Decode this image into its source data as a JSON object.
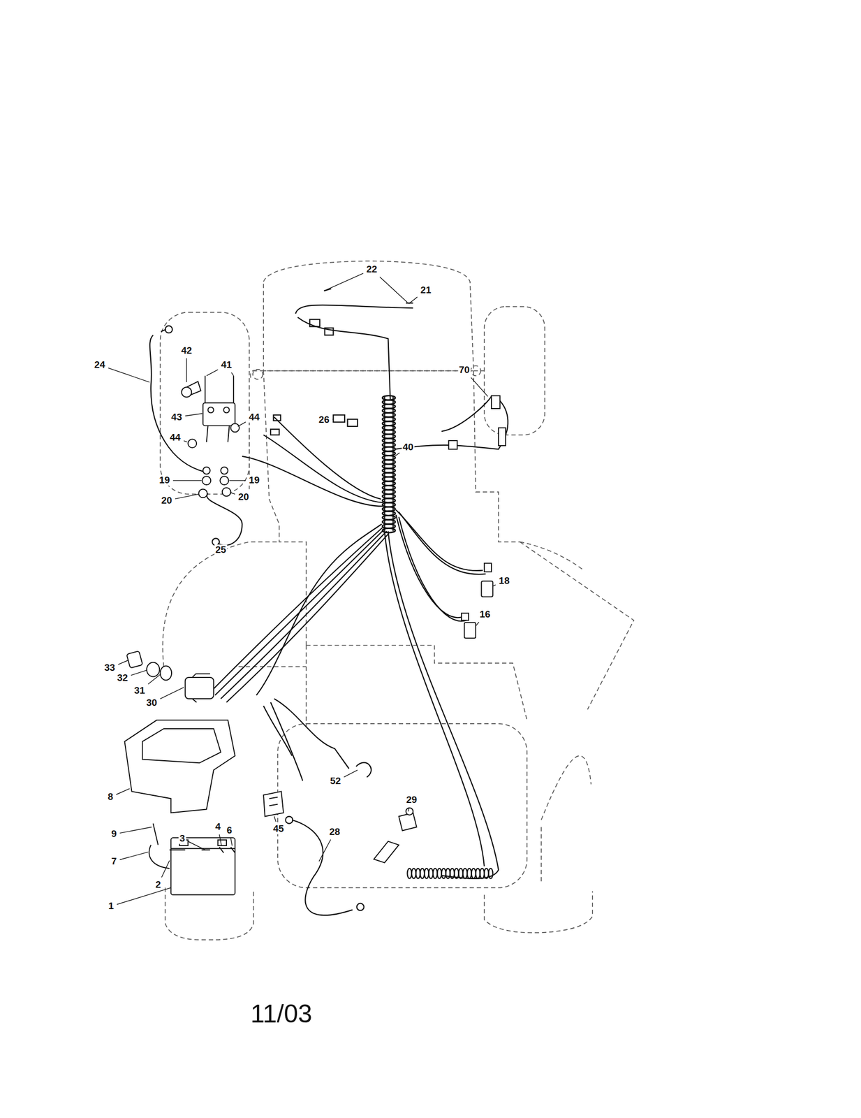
{
  "diagram": {
    "labels": [
      "22",
      "21",
      "42",
      "41",
      "24",
      "43",
      "44",
      "44",
      "19",
      "19",
      "20",
      "20",
      "25",
      "70",
      "26",
      "40",
      "18",
      "16",
      "33",
      "32",
      "31",
      "30",
      "8",
      "52",
      "45",
      "29",
      "28",
      "9",
      "7",
      "3",
      "4",
      "6",
      "2",
      "1",
      "11/03"
    ]
  }
}
